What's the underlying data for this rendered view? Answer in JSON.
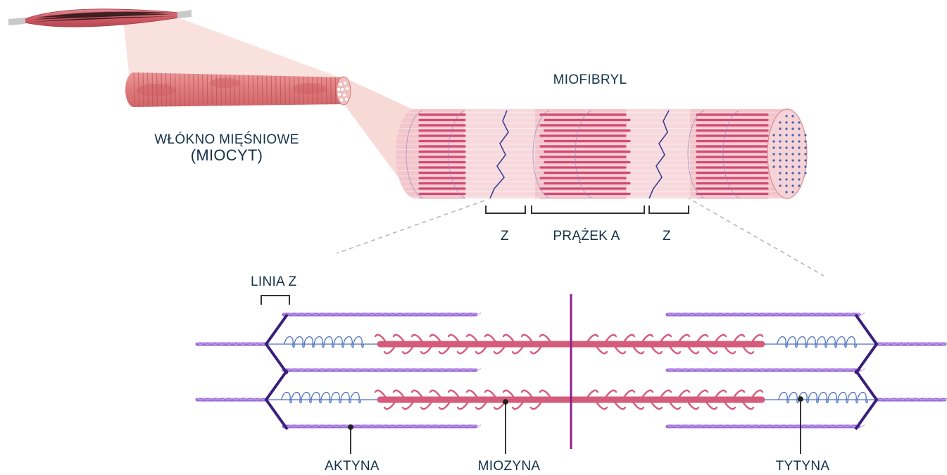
{
  "labels": {
    "myofibril": "MIOFIBRYL",
    "fiber_line1": "WŁÓKNO MIĘŚNIOWE",
    "fiber_line2": "(MIOCYT)",
    "z_left": "Z",
    "a_band": "PRĄŻEK A",
    "z_right": "Z",
    "z_line": "LINIA Z",
    "actin": "AKTYNA",
    "myosin": "MIOZYNA",
    "titin": "TYTYNA"
  },
  "colors": {
    "text": "#14324a",
    "muscle": "#d9707a",
    "myofibril_band": "#d24a75",
    "actin": "#9b6cd4",
    "myosin": "#d45b7a",
    "z_disc": "#3a1f7a",
    "m_line": "#8e1f8c",
    "titin": "#4a6fc0"
  }
}
